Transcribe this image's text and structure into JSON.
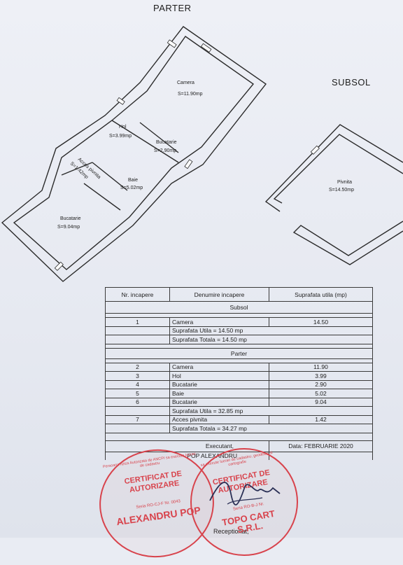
{
  "headings": {
    "parter": "PARTER",
    "subsol": "SUBSOL"
  },
  "rooms": {
    "camera": {
      "name": "Camera",
      "area": "S=11.90mp"
    },
    "hol": {
      "name": "Hol",
      "area": "S=3.99mp"
    },
    "bucatarie_small": {
      "name": "Bucatarie",
      "area": "S=2.90mp"
    },
    "acces": {
      "name": "Acces pivnita",
      "area": "S=1.42mp"
    },
    "baie": {
      "name": "Baie",
      "area": "S=5.02mp"
    },
    "bucatarie_large": {
      "name": "Bucatarie",
      "area": "S=9.04mp"
    },
    "pivnita": {
      "name": "Pivnita",
      "area": "S=14.50mp"
    }
  },
  "table": {
    "headers": [
      "Nr. incapere",
      "Denumire incapere",
      "Suprafata utila (mp)"
    ],
    "section_subsol": "Subsol",
    "subsol_rows": [
      {
        "nr": "1",
        "name": "Camera",
        "area": "14.50"
      }
    ],
    "subsol_util": "Suprafata Utila = 14.50 mp",
    "subsol_total": "Suprafata Totala = 14.50 mp",
    "section_parter": "Parter",
    "parter_rows": [
      {
        "nr": "2",
        "name": "Camera",
        "area": "11.90"
      },
      {
        "nr": "3",
        "name": "Hol",
        "area": "3.99"
      },
      {
        "nr": "4",
        "name": "Bucatarie",
        "area": "2.90"
      },
      {
        "nr": "5",
        "name": "Baie",
        "area": "5.02"
      },
      {
        "nr": "6",
        "name": "Bucatarie",
        "area": "9.04"
      }
    ],
    "parter_util": "Suprafata Utila = 32.85 mp",
    "acces_row": {
      "nr": "7",
      "name": "Acces pivnita",
      "area": "1.42"
    },
    "parter_total": "Suprafata Totala = 34.27 mp",
    "executant_label": "Executant,",
    "executant_name": "POP ALEXANDRU",
    "date": "Data: FEBRUARIE 2020",
    "receptionat": "Receptionat,"
  },
  "stamps": {
    "left": {
      "title": "CERTIFICAT DE AUTORIZARE",
      "series": "Seria RO-CJ-F Nr. 0043",
      "name": "ALEXANDRU POP",
      "ring": "Persoana fizica Autorizata de ANCPI sa execute lucrari de cadastru"
    },
    "right": {
      "title": "CERTIFICAT DE AUTORIZARE",
      "series": "Seria RO-B-J Nr.",
      "name": "TOPO CART S.R.L.",
      "ring": "sa execute lucrari de cadastru, geodezie si cartografie"
    }
  },
  "colors": {
    "stamp": "#d8434c",
    "paper": "#e9ecf3",
    "ink": "#222222"
  }
}
